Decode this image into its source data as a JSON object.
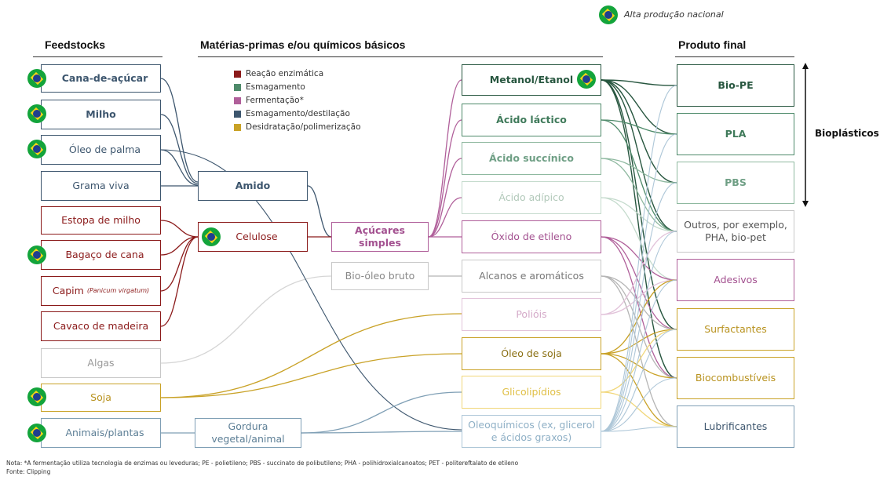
{
  "colors": {
    "enzymatic": "#8b1a1a",
    "crushing": "#4e8a6a",
    "fermentation": "#b05f9a",
    "distillation": "#3d566e",
    "dehydration": "#c9a227",
    "grey": "#b5b5b5"
  },
  "headers": {
    "feedstocks": "Feedstocks",
    "materias": "Matérias-primas e/ou químicos básicos",
    "produto": "Produto final"
  },
  "top_legend": {
    "flag_icon": "brazil-flag-icon",
    "label": "Alta produção nacional"
  },
  "legend": [
    {
      "label": "Reação enzimática",
      "color": "#8b1a1a"
    },
    {
      "label": "Esmagamento",
      "color": "#4e8a6a"
    },
    {
      "label": "Fermentação*",
      "color": "#b05f9a"
    },
    {
      "label": "Esmagamento/destilação",
      "color": "#3d566e"
    },
    {
      "label": "Desidratação/polimerização",
      "color": "#c9a227"
    }
  ],
  "feedstocks": {
    "cana": "Cana-de-açúcar",
    "milho": "Milho",
    "oleo_palma": "Óleo de palma",
    "grama": "Grama viva",
    "estopa": "Estopa de milho",
    "bagaco": "Bagaço de cana",
    "capim": "Capim",
    "capim_sub": "(Panicum virgatum)",
    "cavaco": "Cavaco de madeira",
    "algas": "Algas",
    "soja": "Soja",
    "animais": "Animais/plantas"
  },
  "middle": {
    "amido": "Amido",
    "celulose": "Celulose",
    "acucares": "Açúcares simples",
    "bio_oleo": "Bio-óleo bruto",
    "gordura": "Gordura vegetal/animal"
  },
  "chemicals": {
    "metanol": "Metanol/Etanol",
    "lactico": "Ácido láctico",
    "succinico": "Ácido succínico",
    "adipico": "Ácido adípico",
    "oxido": "Óxido de etileno",
    "alcanos": "Alcanos e aromáticos",
    "poliois": "Polióis",
    "oleo_soja": "Óleo de soja",
    "glicolipidios": "Glicolipídios",
    "oleoquimicos": "Oleoquímicos (ex, glicerol e ácidos graxos)"
  },
  "products": {
    "biope": "Bio-PE",
    "pla": "PLA",
    "pbs": "PBS",
    "outros": "Outros, por exemplo, PHA, bio-pet",
    "adesivos": "Adesivos",
    "surfactantes": "Surfactantes",
    "biocombustiveis": "Biocombustíveis",
    "lubrificantes": "Lubrificantes"
  },
  "bioplasticos_label": "Bioplásticos",
  "note": "Nota: *A fermentação utiliza tecnologia de enzimas ou leveduras; PE - polietileno; PBS - succinato de polibutileno; PHA - polihidroxialcanoatos; PET - politereftalato de etileno",
  "source": "Fonte: Clipping"
}
